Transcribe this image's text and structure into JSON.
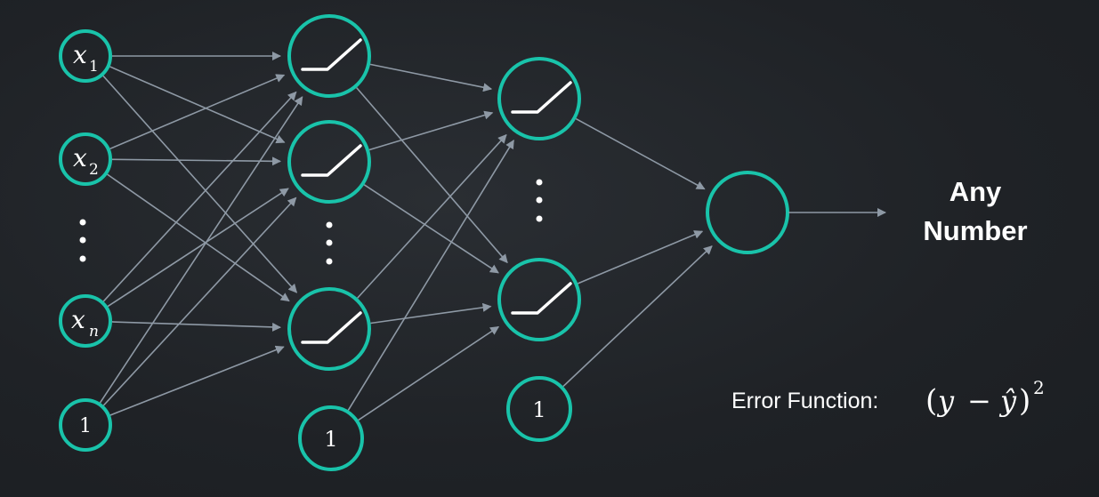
{
  "diagram": {
    "inputs": [
      {
        "var": "x",
        "sub": "1"
      },
      {
        "var": "x",
        "sub": "2"
      },
      {
        "var": "x",
        "sub": "n"
      }
    ],
    "bias_label": "1",
    "output_label_line1": "Any",
    "output_label_line2": "Number",
    "error_label": "Error Function:",
    "error_formula": {
      "open": "(",
      "y": "y",
      "minus": "−",
      "yhat": "ŷ",
      "close": ")",
      "exp": "2"
    },
    "colors": {
      "node_stroke": "#19c3aa",
      "edge": "#8e99a5",
      "background": "#1f2226",
      "text": "#ffffff"
    }
  }
}
